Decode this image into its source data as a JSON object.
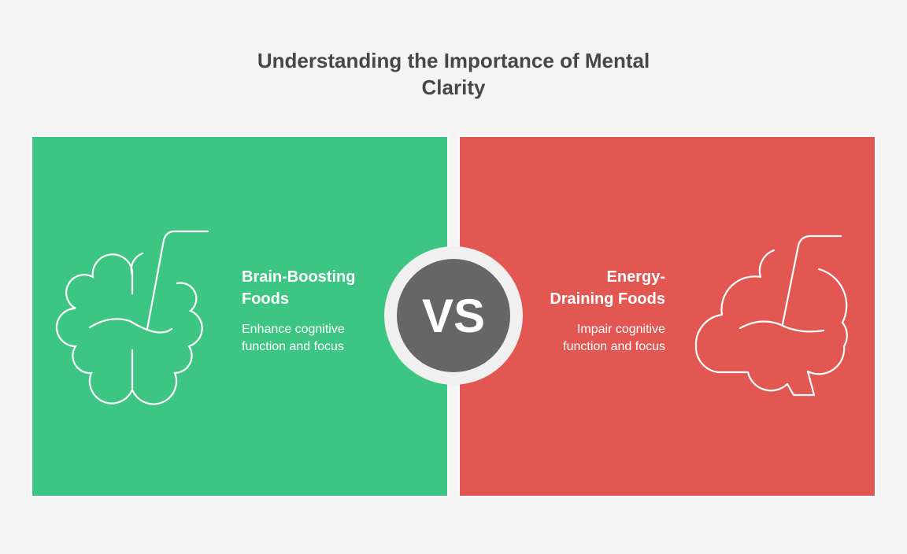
{
  "title": {
    "line1": "Understanding the Importance of Mental",
    "line2": "Clarity"
  },
  "left": {
    "title_line1": "Brain-Boosting",
    "title_line2": "Foods",
    "desc_line1": "Enhance cognitive",
    "desc_line2": "function and focus",
    "color": "#3dc584",
    "icon": "brain-icon"
  },
  "right": {
    "title_line1": "Energy-",
    "title_line2": "Draining Foods",
    "desc_line1": "Impair cognitive",
    "desc_line2": "function and focus",
    "color": "#e35752",
    "icon": "brain-drain-icon"
  },
  "vs": "VS"
}
